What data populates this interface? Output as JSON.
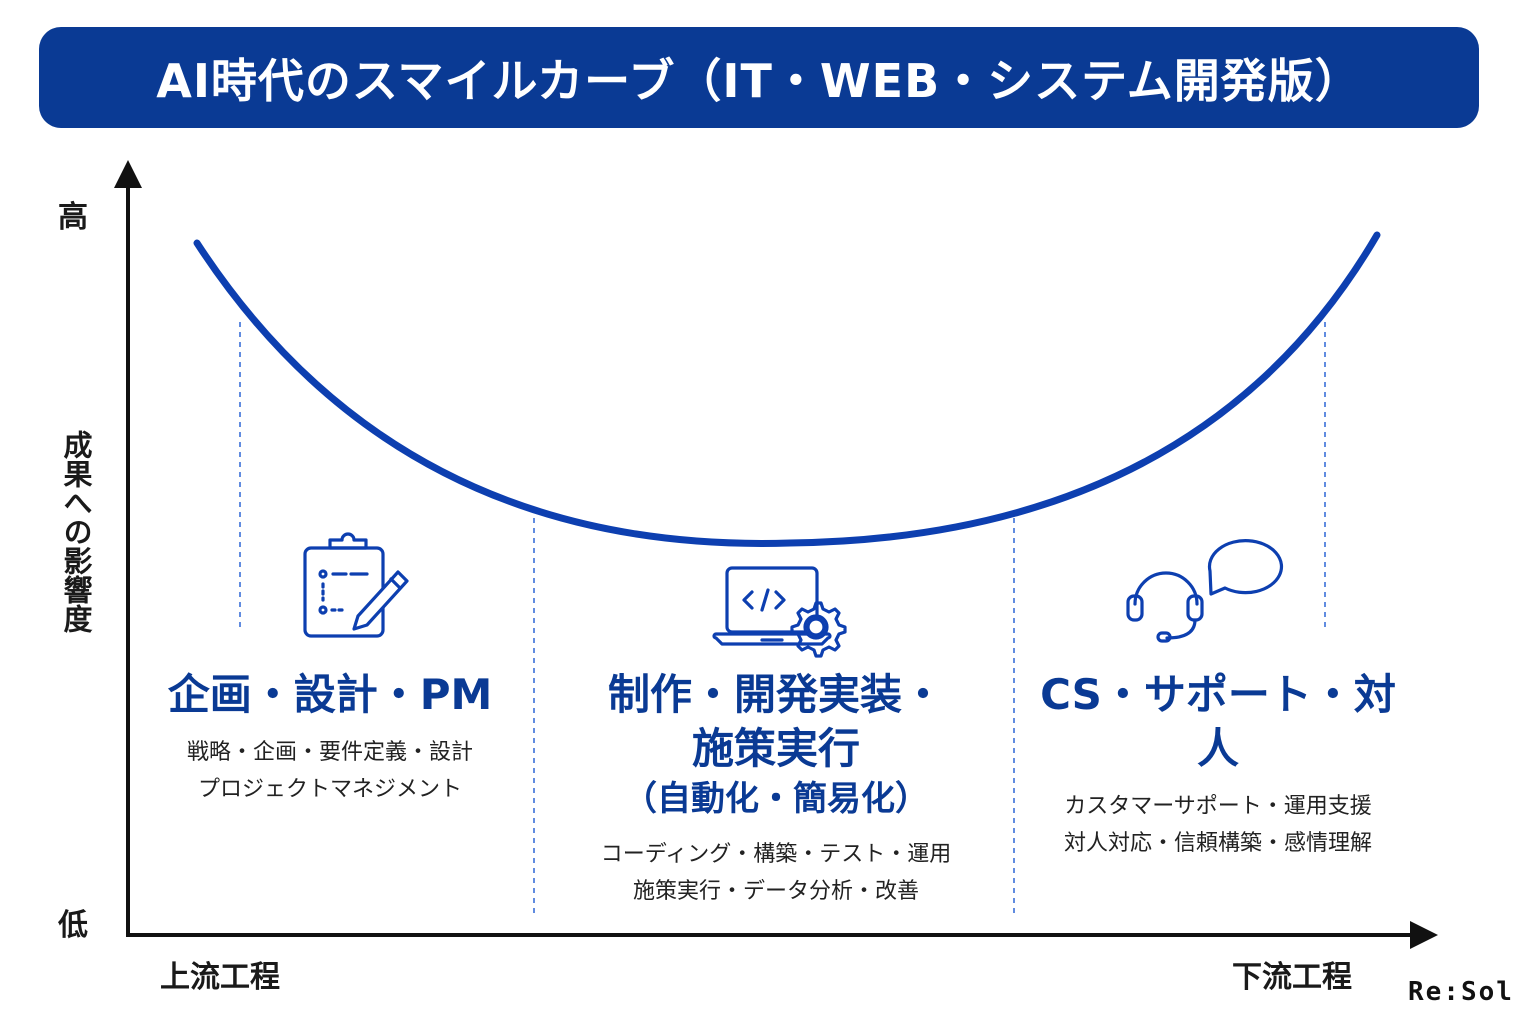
{
  "title": "AI時代のスマイルカーブ（IT・WEB・システム開発版）",
  "axis": {
    "y_high": "高",
    "y_low": "低",
    "y_title": "成果への影響度",
    "x_left": "上流工程",
    "x_right": "下流工程"
  },
  "sections": [
    {
      "title": "企画・設計・PM",
      "desc_lines": [
        "戦略・企画・要件定義・設計",
        "プロジェクトマネジメント"
      ],
      "icon": "clipboard-pencil-icon"
    },
    {
      "title_lines": [
        "制作・開発実装・",
        "施策実行"
      ],
      "subtitle": "（自動化・簡易化）",
      "desc_lines": [
        "コーディング・構築・テスト・運用",
        "施策実行・データ分析・改善"
      ],
      "icon": "laptop-code-gear-icon"
    },
    {
      "title": "CS・サポート・対人",
      "desc_lines": [
        "カスタマーサポート・運用支援",
        "対人対応・信頼構築・感情理解"
      ],
      "icon": "headset-chat-icon"
    }
  ],
  "brand": "Re:Sol",
  "colors": {
    "primary": "#0a3a94",
    "curve": "#0d3fb0",
    "divider": "#3a6fd8"
  }
}
